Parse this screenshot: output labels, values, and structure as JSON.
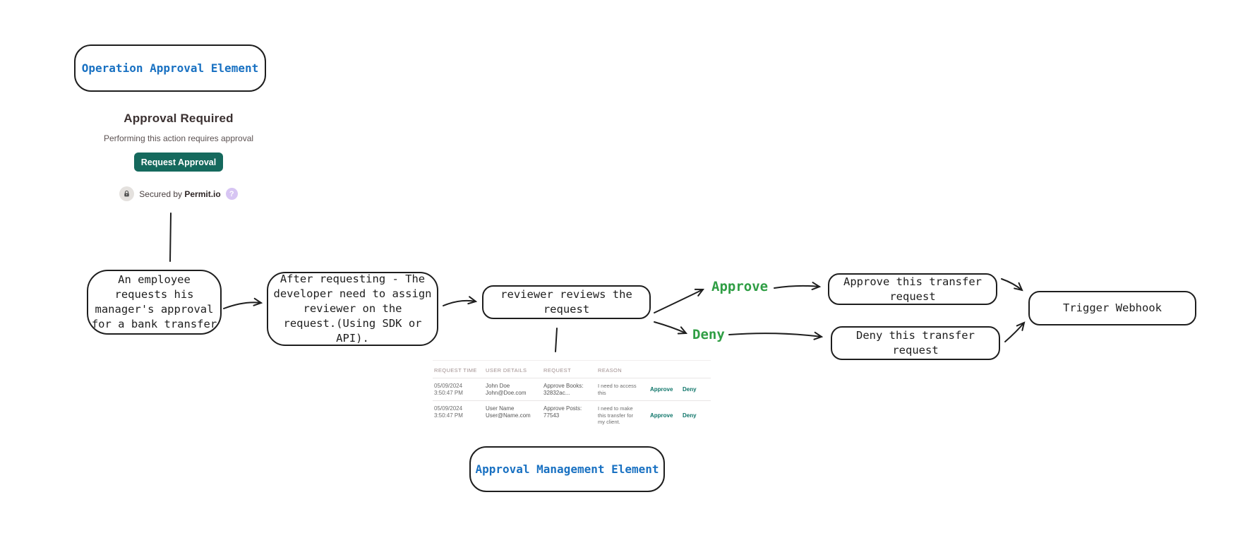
{
  "colors": {
    "ink": "#1e1e1e",
    "element_label_blue": "#1971c2",
    "branch_green": "#2f9e44",
    "button_teal": "#15695d",
    "table_action_teal": "#0e7569"
  },
  "operation_label": {
    "text": "Operation Approval Element"
  },
  "management_label": {
    "text": "Approval Management Element"
  },
  "widget": {
    "title": "Approval Required",
    "subtitle": "Performing this action requires approval",
    "button": "Request Approval",
    "secured_by": "Secured by",
    "brand": "Permit.io",
    "help": "?"
  },
  "flow": {
    "employee_request": "An employee\nrequests his\nmanager's approval\nfor a bank transfer",
    "assign_reviewer": "After requesting - The\ndeveloper need to assign\nreviewer on the\nrequest.(Using SDK or\nAPI).",
    "reviewer_reviews": "reviewer reviews the\nrequest",
    "approve_label": "Approve",
    "deny_label": "Deny",
    "approve_request": "Approve this transfer\nrequest",
    "deny_request": "Deny this transfer\nrequest",
    "trigger_webhook": "Trigger Webhook"
  },
  "table": {
    "headers": [
      "REQUEST TIME",
      "USER DETAILS",
      "REQUEST",
      "REASON"
    ],
    "rows": [
      {
        "time": "05/09/2024\n3:50:47 PM",
        "user": "John Doe\nJohn@Doe.com",
        "request": "Approve Books:\n32832ac...",
        "reason": "I need to access\nthis",
        "approve": "Approve",
        "deny": "Deny"
      },
      {
        "time": "05/09/2024\n3:50:47 PM",
        "user": "User Name\nUser@Name.com",
        "request": "Approve Posts:\n77543",
        "reason": "I need to make\nthis transfer for\nmy client.",
        "approve": "Approve",
        "deny": "Deny"
      }
    ]
  }
}
